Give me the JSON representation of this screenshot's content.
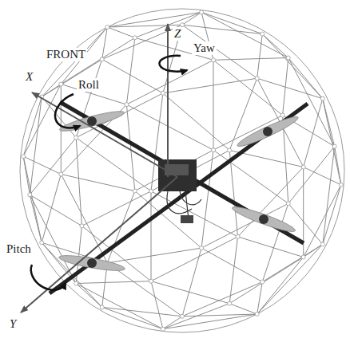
{
  "diagram": {
    "labels": [
      "FRONT",
      "Z",
      "Yaw",
      "X",
      "Roll",
      "Pitch",
      "Y"
    ]
  }
}
